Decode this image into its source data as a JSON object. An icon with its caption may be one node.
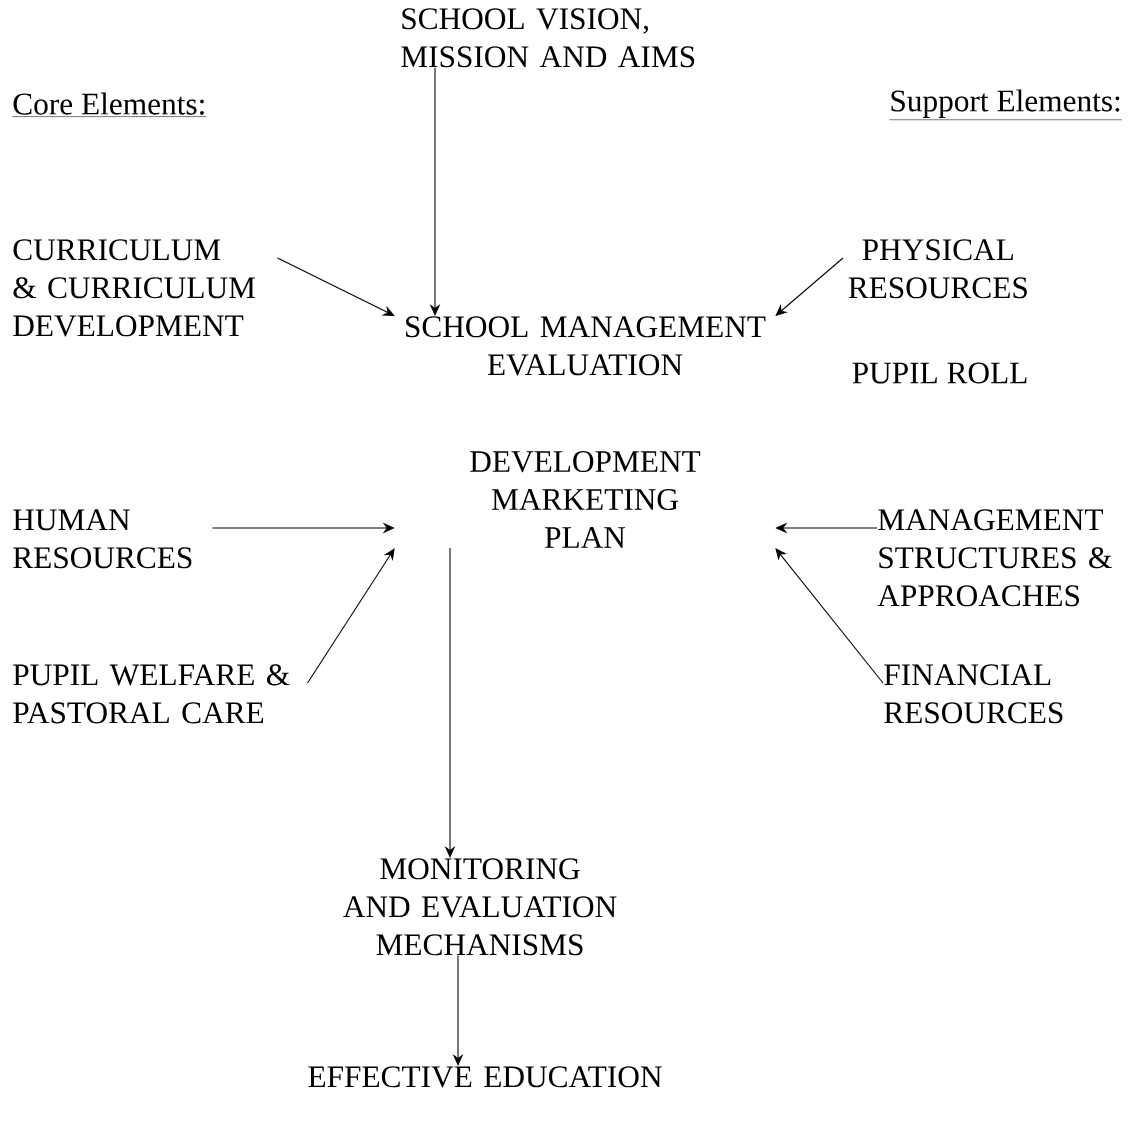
{
  "diagram": {
    "nodes": [
      {
        "text": [
          "SCHOOL VISION, MISSION AND AIMS"
        ]
      },
      {
        "text": [
          "CURRICULUM & CURRICULUM DEVELOPMENT"
        ]
      },
      {
        "text": [
          "SCHOOL MANAGEMENT EVALUATION",
          "DEVELOPMENT MARKETING PLAN"
        ]
      },
      {
        "text": [
          "PHYSICAL RESOURCES"
        ]
      },
      {
        "text": [
          "HUMAN RESOURCES"
        ]
      },
      {
        "text": [
          "MANAGEMENT STRUCTURES & APPROACHES"
        ]
      },
      {
        "text": [
          "PUPIL WELFARE & PASTORAL CARE"
        ]
      },
      {
        "text": [
          "FINANCIAL RESOURCES"
        ]
      },
      {
        "text": [
          "MONITORING AND EVALUATION MECHANISMS"
        ]
      },
      {
        "text": [
          "EFFECTIVE EDUCATION"
        ]
      }
    ],
    "edges": [
      {
        "from": 0,
        "to": 2,
        "arrow": "to"
      },
      {
        "from": 1,
        "to": 2,
        "arrow": "to"
      },
      {
        "from": 3,
        "to": 2,
        "arrow": "to"
      },
      {
        "from": 4,
        "to": 2,
        "arrow": "to"
      },
      {
        "from": 5,
        "to": 2,
        "arrow": "to"
      },
      {
        "from": 6,
        "to": 2,
        "arrow": "to"
      },
      {
        "from": 7,
        "to": 2,
        "arrow": "to"
      },
      {
        "from": 2,
        "to": 8,
        "arrow": "to"
      },
      {
        "from": 8,
        "to": 9,
        "arrow": "to"
      }
    ],
    "labels": [
      "Core Elements:",
      "Support Elements:",
      "PUPIL ROLL"
    ]
  }
}
